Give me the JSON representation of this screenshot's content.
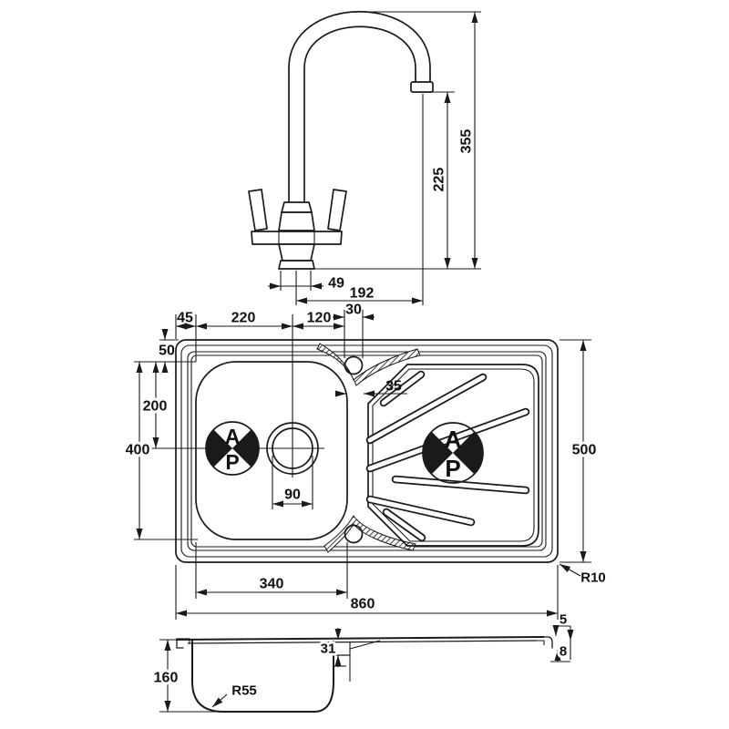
{
  "colors": {
    "ink": "#1a1a1a",
    "background": "#ffffff"
  },
  "tap": {
    "overall_height": "355",
    "spout_height": "225",
    "base_width": "49",
    "spout_reach": "192"
  },
  "sink": {
    "edge_to_bowl": "45",
    "bowl_to_drain": "220",
    "drain_to_hole": "120",
    "hole_dia": "30",
    "rim_to_bowl": "50",
    "bowl_top_to_center": "200",
    "bowl_length": "400",
    "divider_width": "35",
    "waste_dia": "90",
    "bowl_width": "340",
    "overall_length": "860",
    "overall_width": "500",
    "corner_radius": "R10"
  },
  "section": {
    "bowl_depth": "160",
    "bowl_radius": "R55",
    "drainer_step": "31",
    "edge_lip_top": "5",
    "edge_lip_bottom": "8"
  },
  "mark": {
    "top": "A",
    "bottom": "P"
  }
}
